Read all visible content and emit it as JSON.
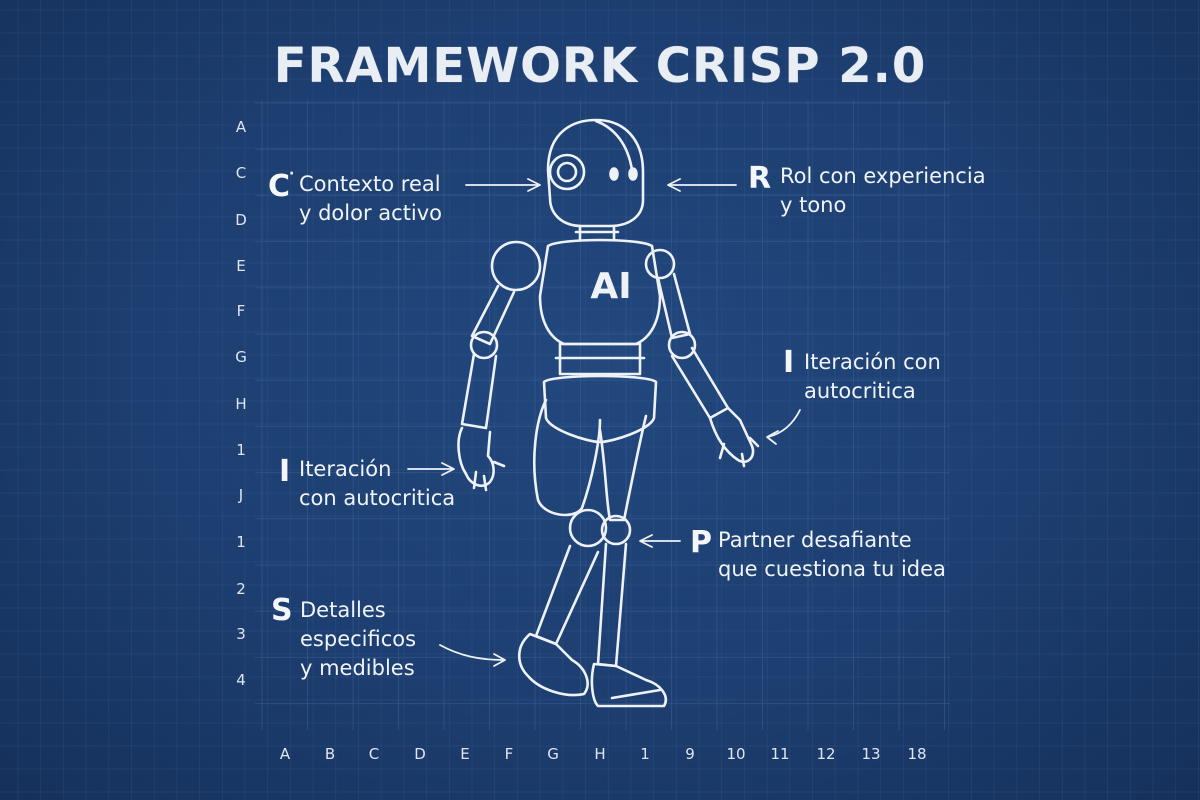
{
  "title": "FRAMEWORK CRISP 2.0",
  "row_labels": [
    "A",
    "C",
    "D",
    "E",
    "F",
    "G",
    "H",
    "1",
    "J",
    "1",
    "2",
    "3",
    "4"
  ],
  "col_labels": [
    "A",
    "B",
    "C",
    "D",
    "E",
    "F",
    "G",
    "H",
    "1",
    "9",
    "10",
    "11",
    "12",
    "13",
    "18"
  ],
  "robot": {
    "chest_text": "AI"
  },
  "callouts": {
    "c": {
      "letter": "C",
      "mark": "·",
      "line1": "Contexto real",
      "line2": "y dolor activo"
    },
    "r": {
      "letter": "R",
      "line1": "Rol con experiencia",
      "line2": "y tono"
    },
    "i_right": {
      "letter": "I",
      "line1": "Iteración con",
      "line2": "autocritica"
    },
    "i_left": {
      "letter": "I",
      "line1": "Iteración",
      "line2": "con autocritica"
    },
    "p": {
      "letter": "P",
      "line1": "Partner desafiante",
      "line2": "que cuestiona tu idea"
    },
    "s": {
      "letter": "S",
      "line1": "Detalles",
      "line2": "especificos",
      "line3": "y medibles"
    }
  },
  "colors": {
    "background": "#1c3d6e",
    "grid": "#3b5f93",
    "ink": "#eef2f7"
  }
}
